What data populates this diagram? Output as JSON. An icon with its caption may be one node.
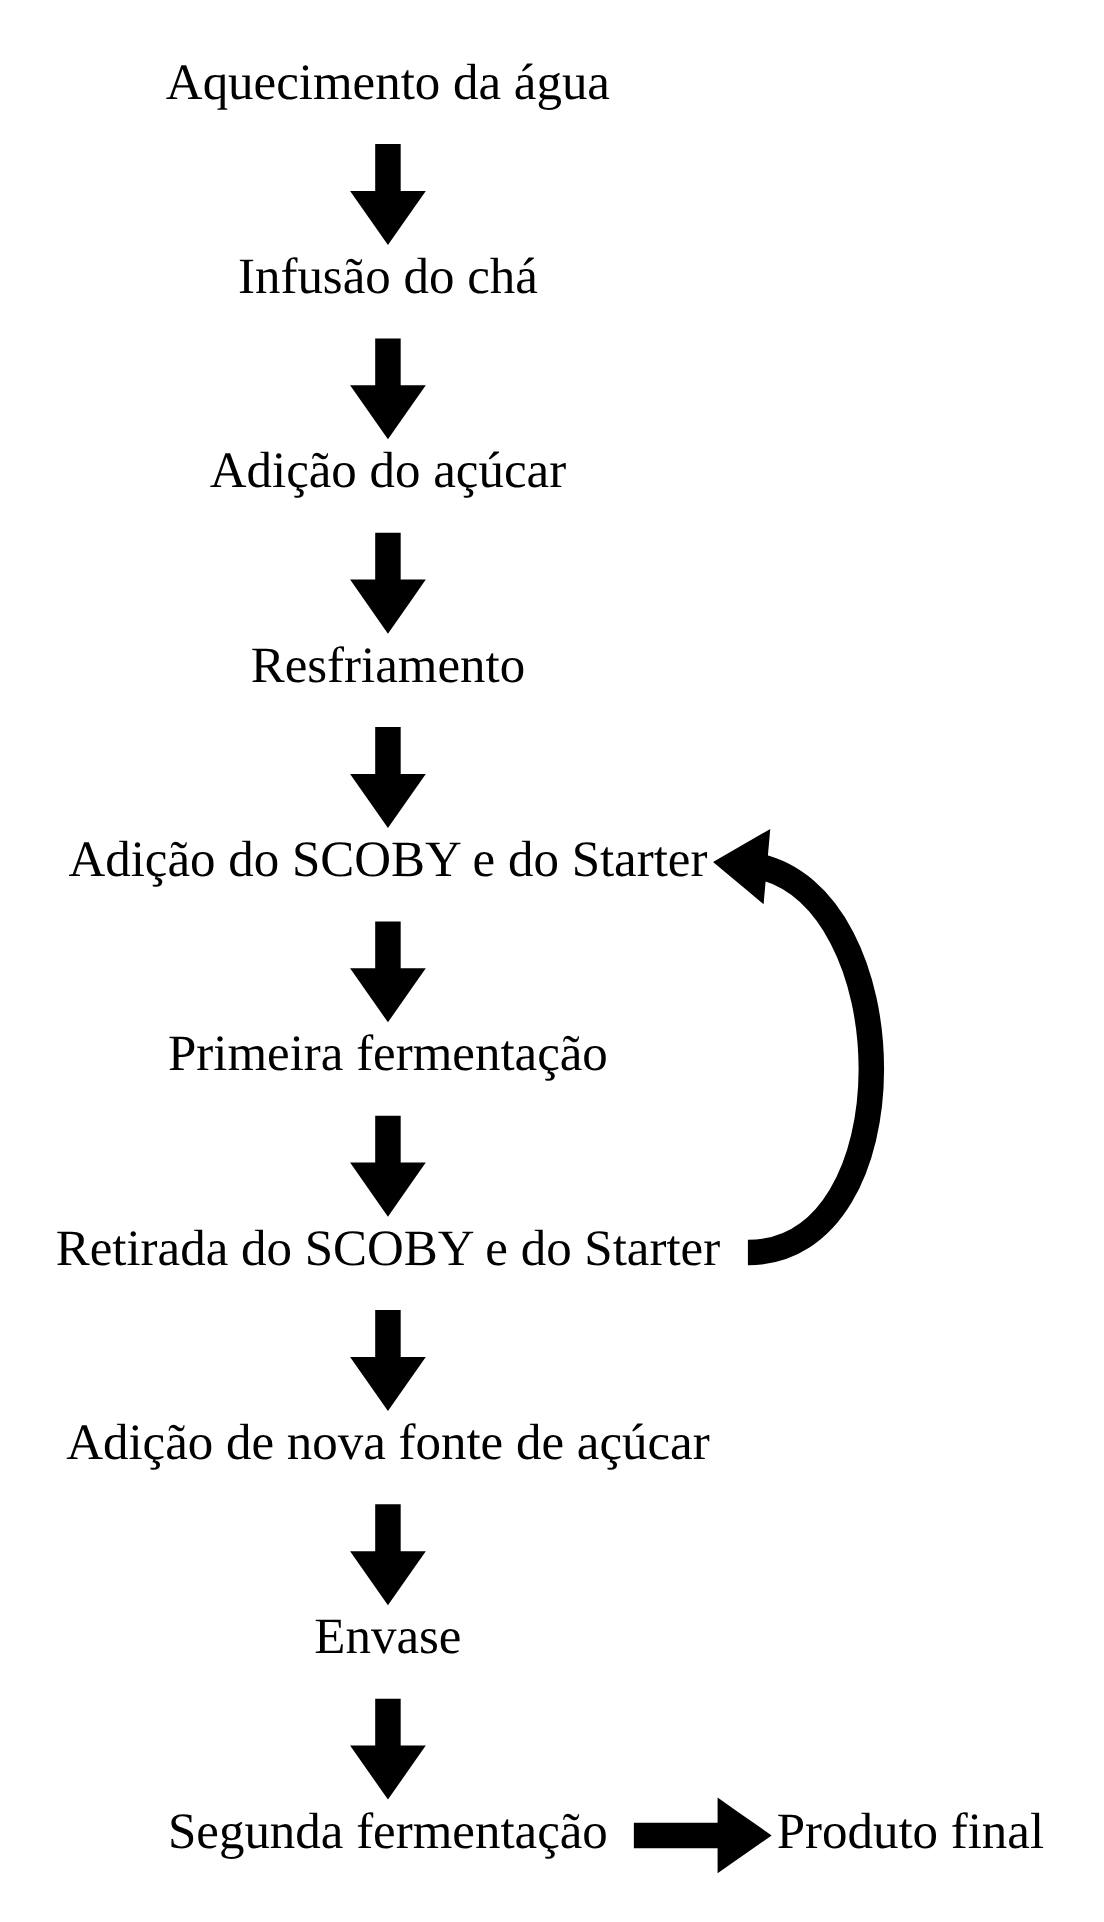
{
  "diagram": {
    "nodes": [
      {
        "text": [
          "Aquecimento da água"
        ]
      },
      {
        "text": [
          "Infusão do chá"
        ]
      },
      {
        "text": [
          "Adição do açúcar"
        ]
      },
      {
        "text": [
          "Resfriamento"
        ]
      },
      {
        "text": [
          "Adição do SCOBY e do Starter"
        ]
      },
      {
        "text": [
          "Primeira fermentação"
        ]
      },
      {
        "text": [
          "Retirada do SCOBY e do Starter"
        ]
      },
      {
        "text": [
          "Adição de nova fonte de açúcar"
        ]
      },
      {
        "text": [
          "Envase"
        ]
      },
      {
        "text": [
          "Segunda fermentação"
        ]
      },
      {
        "text": [
          "Produto final"
        ]
      }
    ],
    "edges": [
      {
        "from": 0,
        "to": 1,
        "arrow": "to"
      },
      {
        "from": 1,
        "to": 2,
        "arrow": "to"
      },
      {
        "from": 2,
        "to": 3,
        "arrow": "to"
      },
      {
        "from": 3,
        "to": 4,
        "arrow": "to"
      },
      {
        "from": 4,
        "to": 5,
        "arrow": "to"
      },
      {
        "from": 5,
        "to": 6,
        "arrow": "to"
      },
      {
        "from": 6,
        "to": 4,
        "arrow": "to"
      },
      {
        "from": 6,
        "to": 7,
        "arrow": "to"
      },
      {
        "from": 7,
        "to": 8,
        "arrow": "to"
      },
      {
        "from": 8,
        "to": 9,
        "arrow": "to"
      },
      {
        "from": 9,
        "to": 10,
        "arrow": "to"
      }
    ]
  }
}
